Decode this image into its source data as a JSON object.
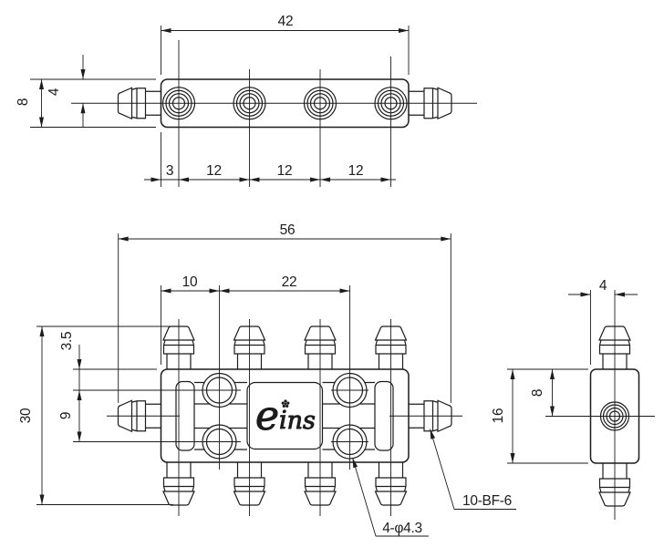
{
  "views": {
    "top": {
      "dims": {
        "width": "42",
        "height": "8",
        "port_center_offset": "4",
        "edge_to_port": "3",
        "port_pitch_1": "12",
        "port_pitch_2": "12",
        "port_pitch_3": "12"
      }
    },
    "front": {
      "dims": {
        "overall_width": "56",
        "hole_left_offset": "10",
        "hole_span": "22",
        "overall_height": "30",
        "hole_top_offset": "3.5",
        "hole_row_pitch": "9"
      },
      "labels": {
        "holes": "4-φ4.3",
        "barb_fittings": "10-BF-6"
      }
    },
    "side": {
      "dims": {
        "half_width": "4",
        "port_center_offset": "8",
        "height": "16"
      }
    }
  },
  "logo": {
    "e": "e",
    "rest": "ins"
  },
  "colors": {
    "line": "#1c1c1c",
    "background": "#ffffff"
  }
}
